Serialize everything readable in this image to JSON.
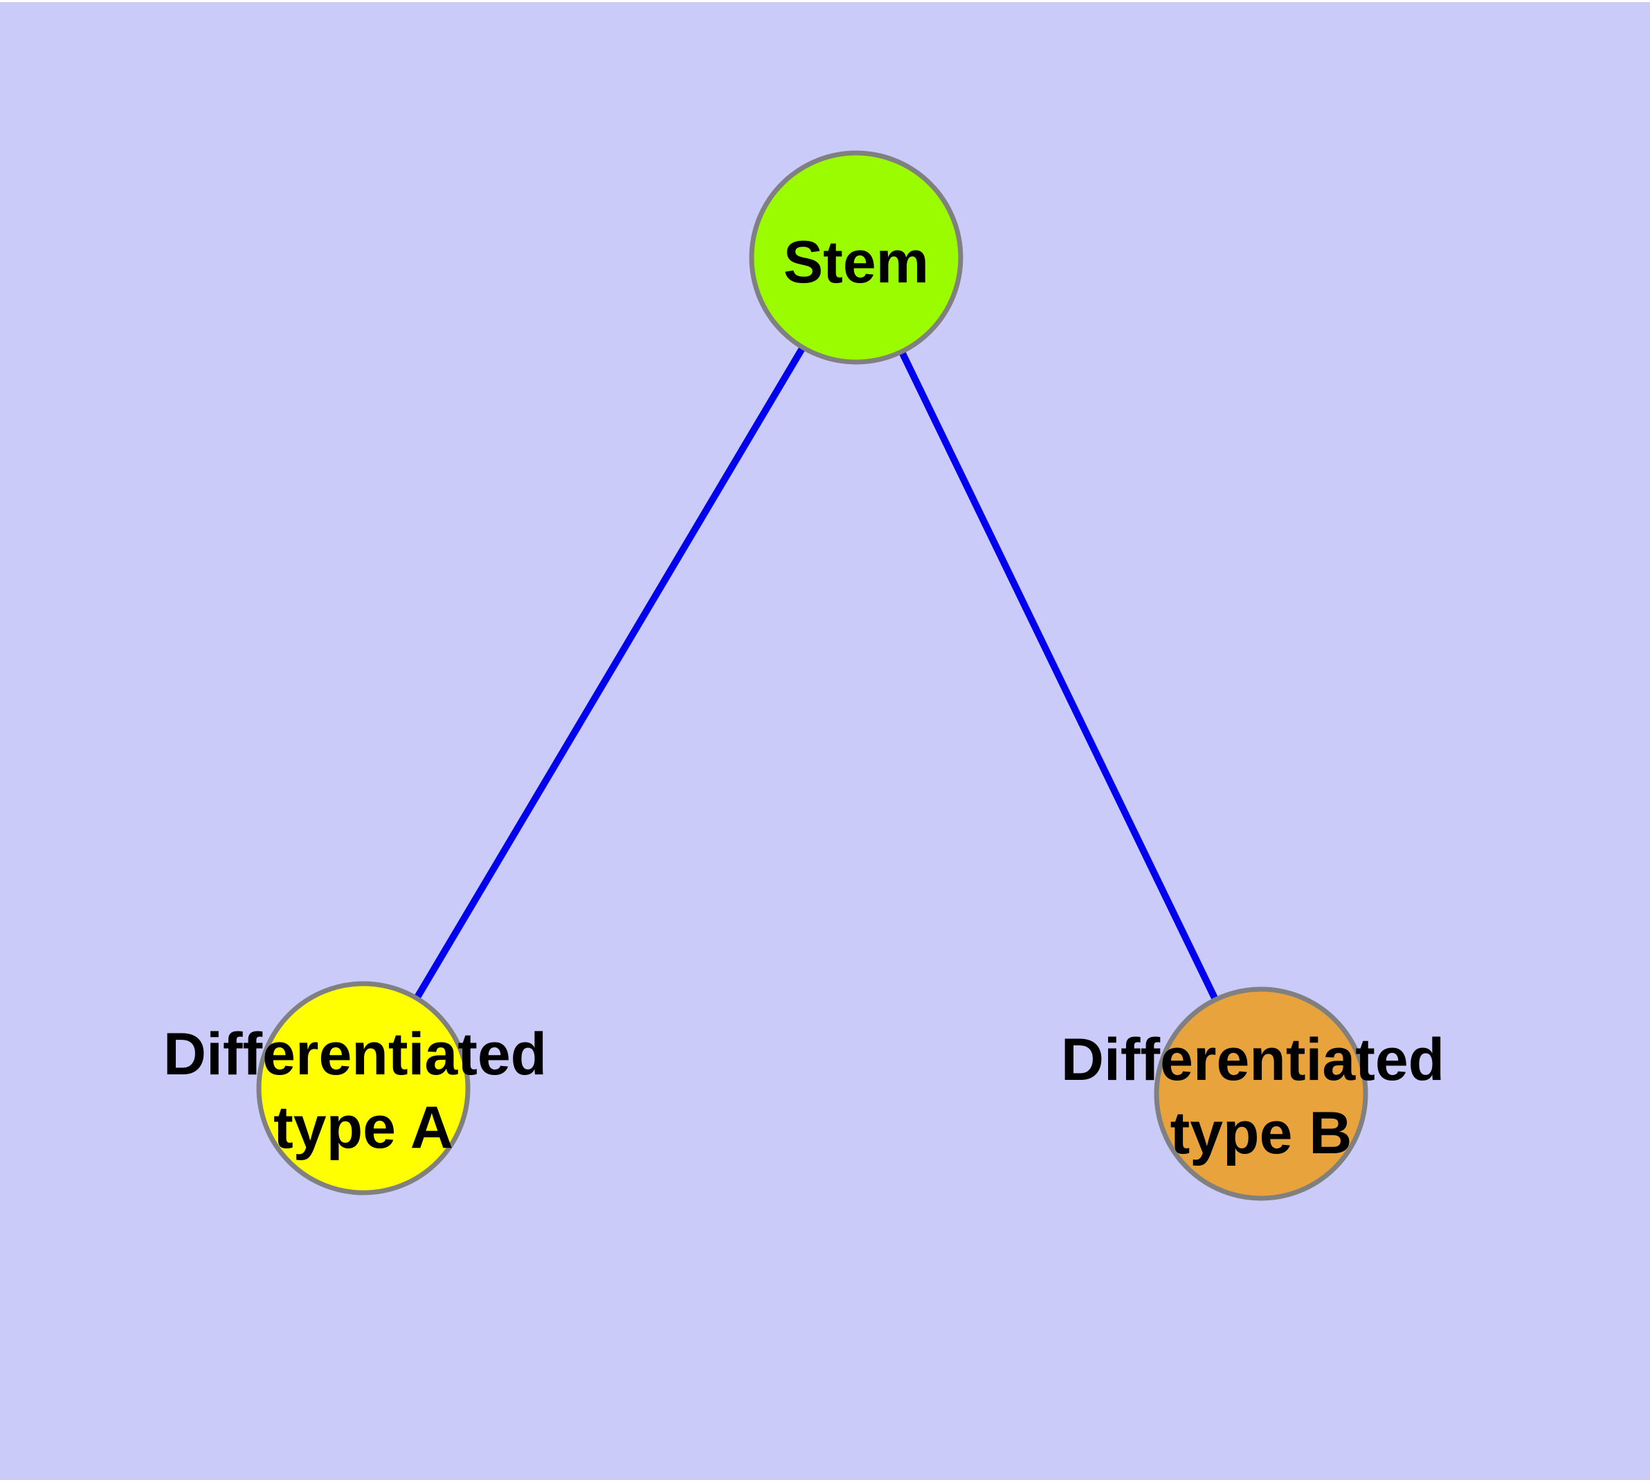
{
  "diagram": {
    "background_color": "#cbcbfa",
    "top_margin_color": "#ffffff",
    "edge_color": "#0000ee",
    "node_border_color": "#808080",
    "label_color": "#000000",
    "nodes": {
      "stem": {
        "label": "Stem",
        "color": "#9bfc00"
      },
      "type_a": {
        "label": "Differentiated type A",
        "label_line1": "Differentiated",
        "label_line2": "type A",
        "color": "#ffff00"
      },
      "type_b": {
        "label": "Differentiated type B",
        "label_line1": "Differentiated",
        "label_line2": "type B",
        "color": "#e8a33d"
      }
    },
    "edges": [
      {
        "from": "Stem",
        "to": "Differentiated type A"
      },
      {
        "from": "Stem",
        "to": "Differentiated type B"
      }
    ]
  }
}
